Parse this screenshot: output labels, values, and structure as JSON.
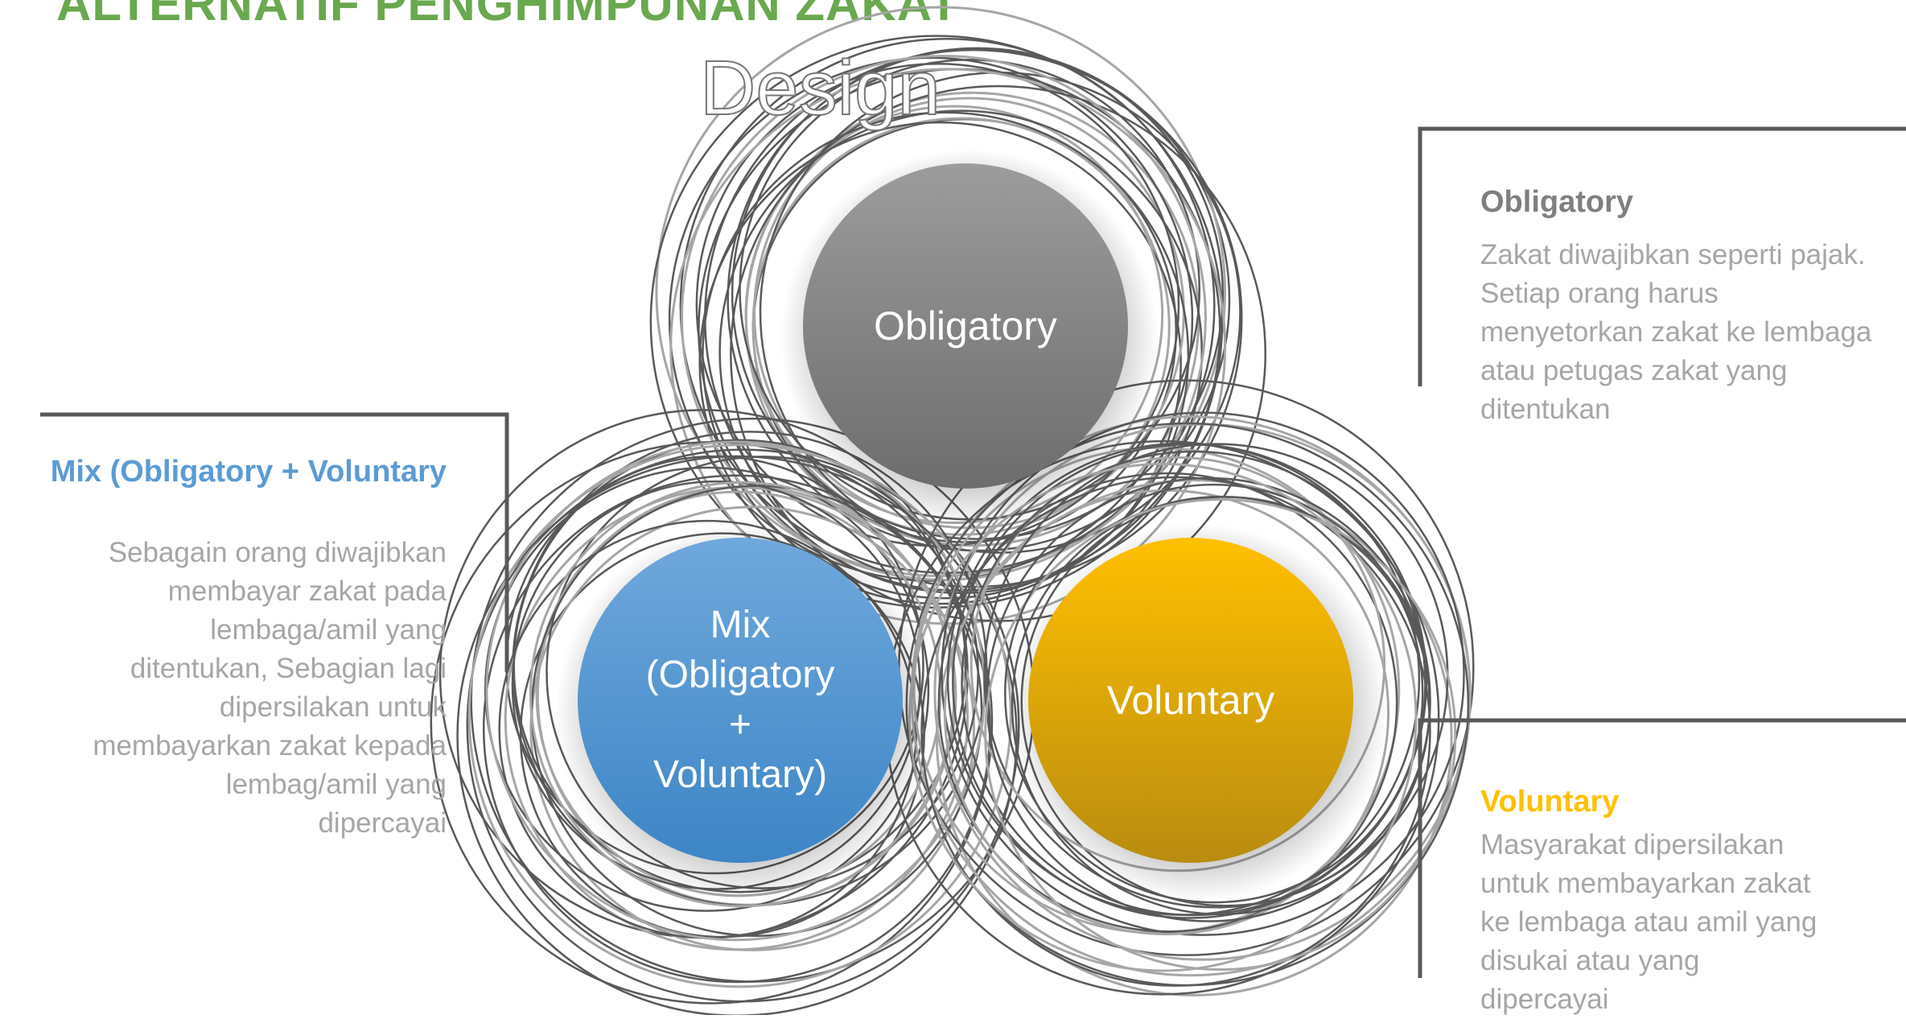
{
  "title": "ALTERNATIF PENGHIMPUNAN ZAKAT",
  "overlay_text": "Design",
  "colors": {
    "ring_dark": "#595959",
    "ring_light": "#a6a6a6",
    "title": "#6aa84f",
    "mix": "#5b9bd5",
    "voluntary": "#ffc000",
    "obligatory": "#808080"
  },
  "nodes": {
    "obligatory": {
      "label": "Obligatory"
    },
    "mix": {
      "label_lines": [
        "Mix",
        "(Obligatory",
        "+",
        "Voluntary)"
      ]
    },
    "voluntary": {
      "label": "Voluntary"
    }
  },
  "descriptions": {
    "obligatory": {
      "heading": "Obligatory",
      "lines": [
        "Zakat diwajibkan seperti pajak.",
        "Setiap orang harus",
        "menyetorkan zakat ke lembaga",
        "atau petugas zakat yang",
        "ditentukan"
      ]
    },
    "mix": {
      "heading": "Mix (Obligatory + Voluntary",
      "lines": [
        "Sebagain orang diwajibkan",
        "membayar zakat pada",
        "lembaga/amil yang",
        "ditentukan, Sebagian lagi",
        "dipersilakan untuk",
        "membayarkan zakat kepada",
        "lembag/amil yang",
        "dipercayai"
      ]
    },
    "voluntary": {
      "heading": "Voluntary",
      "lines": [
        "Masyarakat dipersilakan",
        "untuk membayarkan zakat",
        "ke lembaga atau amil yang",
        "disukai atau yang",
        "dipercayai"
      ]
    }
  }
}
